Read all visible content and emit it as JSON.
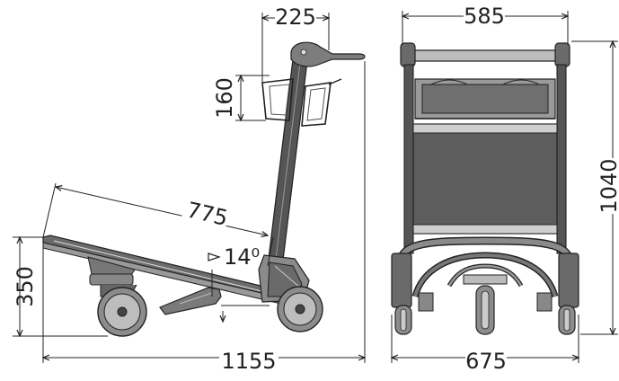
{
  "dimensions": {
    "handle_offset": "225",
    "basket_height": "160",
    "platform_length": "775",
    "platform_angle": "14⁰",
    "platform_height": "350",
    "overall_length": "1155",
    "handle_width": "585",
    "overall_height": "1040",
    "overall_width": "675"
  },
  "colors": {
    "line": "#222222",
    "frame": "#4a4a4a",
    "panel": "#5d5d5d",
    "light": "#c8c8c8",
    "wheel": "#9a9a9a"
  }
}
